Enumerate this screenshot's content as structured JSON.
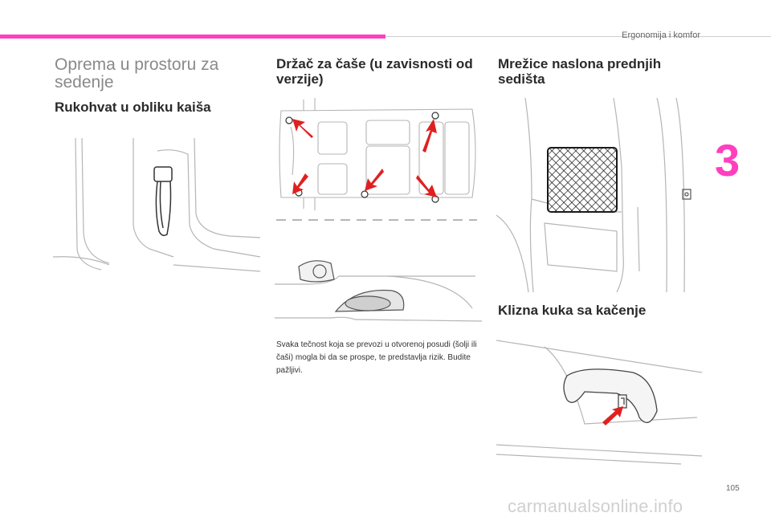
{
  "header": {
    "running_head": "Ergonomija i komfor",
    "chapter_number": "3"
  },
  "section": {
    "title": "Oprema u prostoru za sedenje"
  },
  "col1": {
    "heading": "Rukohvat u obliku kaiša"
  },
  "col2": {
    "heading": "Držač za čaše (u zavisnosti od verzije)",
    "body": "Svaka tečnost koja se prevozi u otvorenoj posudi (šolji ili čaši) mogla bi da se prospe, te predstavlja rizik. Budite pažljivi."
  },
  "col3": {
    "heading_net": "Mrežice naslona prednjih sedišta",
    "heading_hook": "Klizna kuka sa kačenje"
  },
  "footer": {
    "page_number": "105",
    "watermark": "carmanualsonline.info"
  },
  "colors": {
    "accent_pink": "#ff3fbf",
    "arrow_red": "#e02020",
    "line_gray": "#b5b5b5"
  },
  "icons": [
    "grab-strap-illustration",
    "cup-holder-floorplan-illustration",
    "cup-holder-detail-illustration",
    "seatback-net-illustration",
    "sliding-hook-illustration",
    "red-arrow-icon"
  ]
}
